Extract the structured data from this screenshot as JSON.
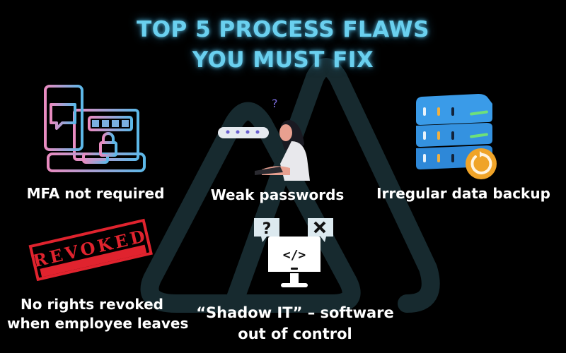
{
  "title": {
    "line1": "TOP 5 PROCESS FLAWS",
    "line2": "YOU MUST FIX",
    "color": "#6ad0ef"
  },
  "items": [
    {
      "label": "MFA not required",
      "icon": "phone-laptop-password-lock-icon"
    },
    {
      "label": "Weak passwords",
      "icon": "confused-woman-password-field-icon"
    },
    {
      "label": "Irregular data backup",
      "icon": "server-stack-refresh-icon"
    },
    {
      "label_line1": "No rights revoked",
      "label_line2": "when employee leaves",
      "icon": "revoked-stamp-icon",
      "stamp_text": "REVOKED"
    },
    {
      "label_line1": "“Shadow IT” – software",
      "label_line2": "out of control",
      "icon": "monitor-code-question-x-icon"
    }
  ],
  "colors": {
    "background": "#000000",
    "watermark": "#172a2f",
    "stamp_red": "#e0232e",
    "server_blue": "#3a9be8",
    "refresh_orange": "#f0a428"
  }
}
